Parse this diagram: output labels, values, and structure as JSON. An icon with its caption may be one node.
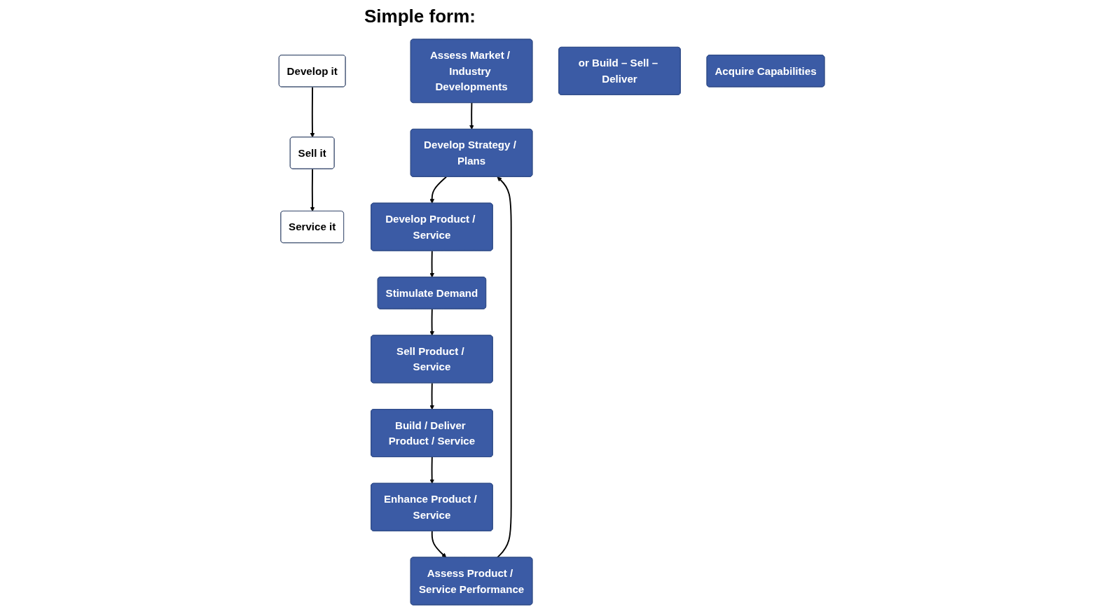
{
  "diagram": {
    "nodes": [
      {
        "text": [
          "Assess Market / Industry Developments"
        ]
      },
      {
        "text": [
          "Develop it"
        ]
      },
      {
        "text": [
          "Sell it"
        ]
      },
      {
        "text": [
          "Service it"
        ]
      },
      {
        "text": [
          "Develop Strategy / Plans"
        ]
      },
      {
        "text": [
          "Assess Product / Service Performance"
        ]
      },
      {
        "text": [
          "or Build – Sell – Deliver"
        ]
      },
      {
        "text": [
          "Develop Product / Service"
        ]
      },
      {
        "text": [
          "Stimulate Demand"
        ]
      },
      {
        "text": [
          "Sell Product / Service"
        ]
      },
      {
        "text": [
          "Build / Deliver Product / Service"
        ]
      },
      {
        "text": [
          "Enhance Product / Service"
        ]
      },
      {
        "text": [
          "Acquire Capabilities"
        ]
      }
    ],
    "edges": [
      {
        "from": 1,
        "to": 2,
        "arrow": "to"
      },
      {
        "from": 2,
        "to": 3,
        "arrow": "to"
      },
      {
        "from": 0,
        "to": 4,
        "arrow": "to"
      },
      {
        "from": 5,
        "to": 4,
        "arrow": "to"
      },
      {
        "from": 4,
        "to": 7,
        "arrow": "to"
      },
      {
        "from": 7,
        "to": 8,
        "arrow": "to"
      },
      {
        "from": 8,
        "to": 9,
        "arrow": "to"
      },
      {
        "from": 9,
        "to": 10,
        "arrow": "to"
      },
      {
        "from": 10,
        "to": 11,
        "arrow": "to"
      },
      {
        "from": 11,
        "to": 5,
        "arrow": "to"
      }
    ],
    "labels": [
      "Simple form:"
    ]
  }
}
